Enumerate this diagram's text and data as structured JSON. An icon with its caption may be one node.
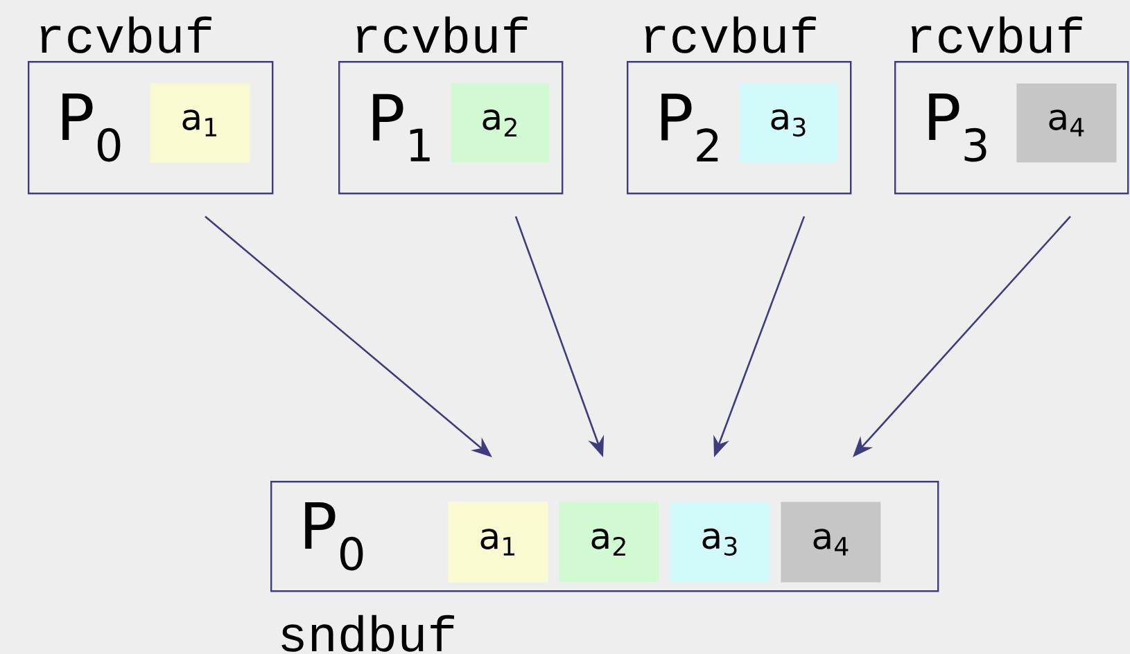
{
  "diagram": {
    "nodes": [
      {
        "text": [
          "P$_{0}$"
        ],
        "beside": [
          "rcvbuf"
        ]
      },
      {
        "text": [
          "a$_{1}$"
        ],
        "in": 0
      },
      {
        "text": [
          "P$_{1}$"
        ],
        "beside": [
          "rcvbuf"
        ]
      },
      {
        "text": [
          "a$_{2}$"
        ],
        "in": 2
      },
      {
        "text": [
          "P$_{2}$"
        ],
        "beside": [
          "rcvbuf"
        ]
      },
      {
        "text": [
          "a$_{3}$"
        ],
        "in": 4
      },
      {
        "text": [
          "P$_{3}$"
        ],
        "beside": [
          "rcvbuf"
        ]
      },
      {
        "text": [
          "a$_{4}$"
        ],
        "in": 6
      },
      {
        "text": [
          "P$_{0}$"
        ],
        "beside": [
          "sndbuf"
        ]
      },
      {
        "text": [
          "a$_{1}$"
        ],
        "in": 8
      },
      {
        "text": [
          "a$_{2}$"
        ],
        "in": 8
      },
      {
        "text": [
          "a$_{3}$"
        ],
        "in": 8
      },
      {
        "text": [
          "a$_{4}$"
        ],
        "in": 8
      }
    ],
    "edges": [
      {
        "from": 0,
        "to": 8,
        "arrow": "to"
      },
      {
        "from": 2,
        "to": 8,
        "arrow": "to"
      },
      {
        "from": 4,
        "to": 8,
        "arrow": "to"
      },
      {
        "from": 6,
        "to": 8,
        "arrow": "to"
      }
    ]
  }
}
